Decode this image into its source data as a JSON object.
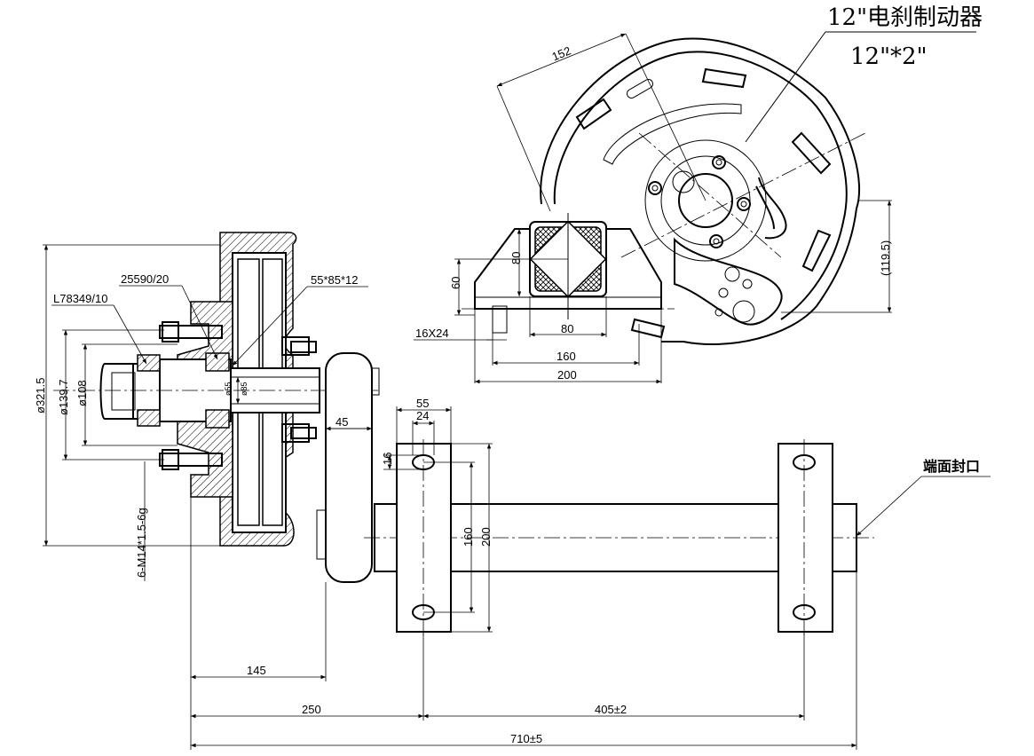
{
  "title": {
    "main": "12\"电刹制动器",
    "sub": "12\"*2\""
  },
  "dimensions": {
    "hub_outer_dia": "ø321.5",
    "pcd": "ø139.7",
    "pilot_dia": "ø108",
    "inner_bearing": "25590/20",
    "outer_bearing": "L78349/10",
    "seal": "55*85*12",
    "spindle_dia": "ø55",
    "bearing_seat_dia": "ø85",
    "studs": "6-M14*1.5-6g",
    "dim_45": "45",
    "dim_145": "145",
    "dim_250": "250",
    "dim_405": "405±2",
    "dim_710": "710±5",
    "flange_55": "55",
    "flange_24": "24",
    "flange_16": "16",
    "flange_160": "160",
    "flange_200": "200",
    "brake_152": "152",
    "brake_80_vert": "80",
    "brake_60": "60",
    "brake_80_horiz": "80",
    "brake_16x24": "16X24",
    "brake_160": "160",
    "brake_200": "200",
    "brake_119_5": "(119.5)"
  },
  "notes": {
    "end_seal": "端面封口"
  },
  "colors": {
    "line": "#000000",
    "background": "#ffffff"
  }
}
